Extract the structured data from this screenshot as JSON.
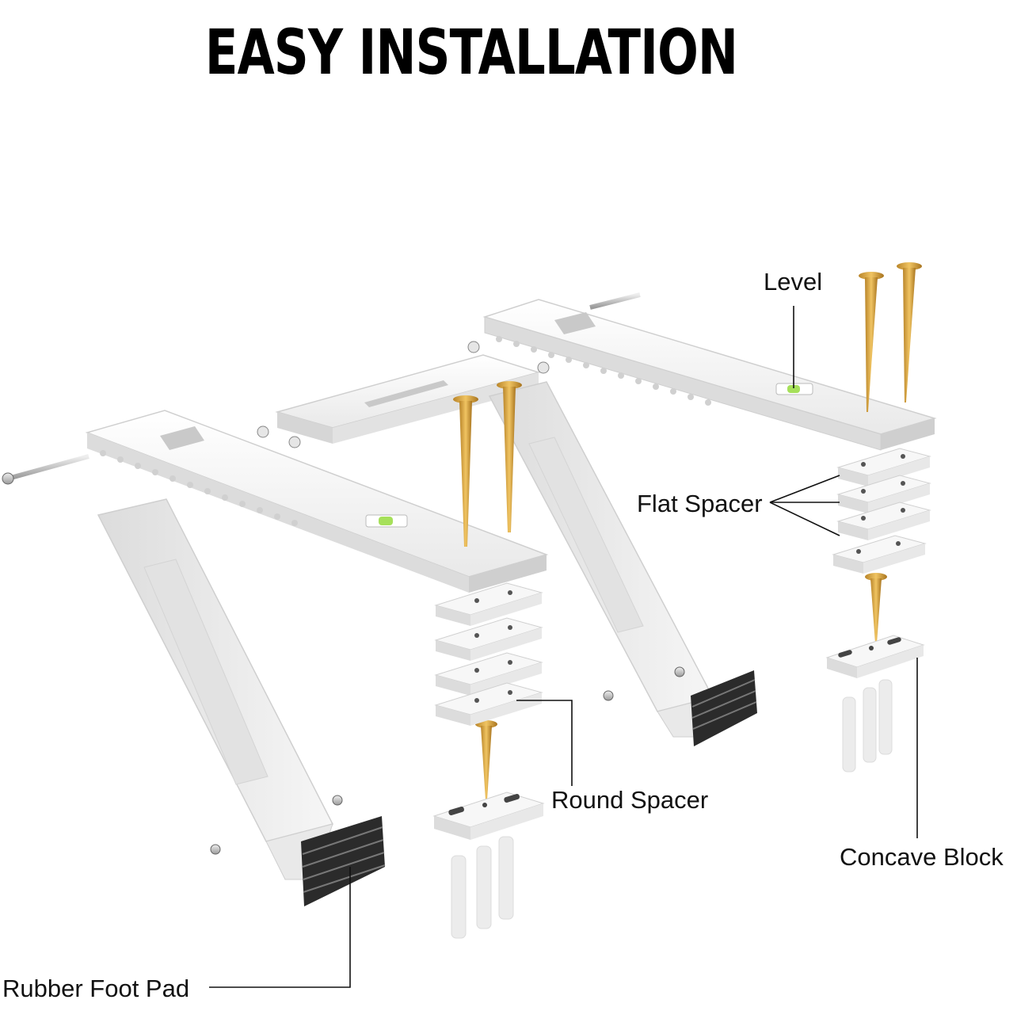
{
  "title": "EASY INSTALLATION",
  "labels": {
    "level": "Level",
    "flat_spacer": "Flat Spacer",
    "round_spacer": "Round Spacer",
    "concave_block": "Concave Block",
    "rubber_foot_pad": "Rubber Foot Pad"
  },
  "colors": {
    "bracket": "#f1f1f1",
    "bracket_shadow": "#d2d2d2",
    "screw": "#d9a441",
    "rubber": "#2b2b2b",
    "bubble": "#a6e05a",
    "leader": "#111111"
  }
}
